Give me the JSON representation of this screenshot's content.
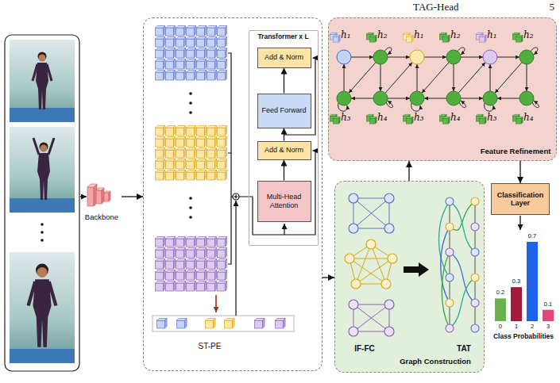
{
  "diagram": {
    "nodes": [
      {
        "text": [
          "Backbone"
        ]
      },
      {
        "text": [
          "ST-PE"
        ]
      },
      {
        "text": [
          "Transformer x L"
        ],
        "in": 1
      },
      {
        "text": [
          "Add & Norm"
        ],
        "in": 2
      },
      {
        "text": [
          "Feed Forward"
        ],
        "in": 2
      },
      {
        "text": [
          "Add & Norm"
        ],
        "in": 2
      },
      {
        "text": [
          "Multi-Head Attention"
        ],
        "in": 2
      },
      {
        "text": [
          "Feature Refinement"
        ]
      },
      {
        "text": [
          "IF-FC",
          "TAT",
          "Graph Construction"
        ]
      },
      {
        "text": [
          "Classification Layer"
        ]
      }
    ],
    "edges": [
      {
        "from": 0,
        "to": 1,
        "arrow": "to"
      },
      {
        "from": 6,
        "to": 5,
        "arrow": "to"
      },
      {
        "from": 5,
        "to": 4,
        "arrow": "to"
      },
      {
        "from": 4,
        "to": 3,
        "arrow": "to"
      },
      {
        "from": 1,
        "to": 8,
        "arrow": "to"
      },
      {
        "from": 8,
        "to": 7,
        "arrow": "to"
      },
      {
        "from": 7,
        "to": 9,
        "arrow": "to"
      }
    ],
    "labels": [
      "TAG-Head",
      "5",
      "h₁",
      "h₂",
      "h₁",
      "h₂",
      "h₁",
      "h₂",
      "h₃",
      "h₄",
      "h₃",
      "h₄",
      "h₃",
      "h₄",
      "0.2",
      "0.3",
      "0.7",
      "0.1",
      "0",
      "1",
      "2",
      "3",
      "Class Probabilities"
    ]
  }
}
